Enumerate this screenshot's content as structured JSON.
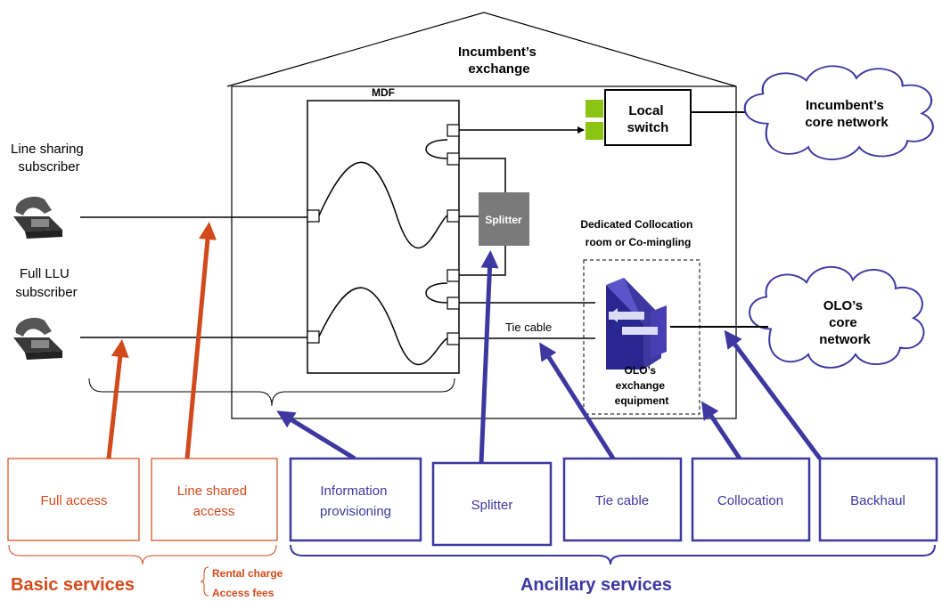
{
  "labels": {
    "exchange": [
      "Incumbent’s",
      "exchange"
    ],
    "mdf": "MDF",
    "local_switch": [
      "Local",
      "switch"
    ],
    "incumbent_core": [
      "Incumbent’s",
      "core network"
    ],
    "olo_core": [
      "OLO’s",
      "core",
      "network"
    ],
    "line_sharing_subscriber": [
      "Line sharing",
      "subscriber"
    ],
    "full_llu_subscriber": [
      "Full LLU",
      "subscriber"
    ],
    "splitter_box": "Splitter",
    "collocation_room": [
      "Dedicated Collocation",
      "room or Co-mingling"
    ],
    "tie_cable": "Tie cable",
    "olo_equipment": [
      "OLO’s",
      "exchange",
      "equipment"
    ]
  },
  "services": {
    "basic": [
      {
        "name": "full-access",
        "lines": [
          "Full access"
        ]
      },
      {
        "name": "line-shared-access",
        "lines": [
          "Line shared",
          "access"
        ]
      }
    ],
    "ancillary": [
      {
        "name": "information-provisioning",
        "lines": [
          "Information",
          "provisioning"
        ]
      },
      {
        "name": "splitter",
        "lines": [
          "Splitter"
        ]
      },
      {
        "name": "tie-cable",
        "lines": [
          "Tie cable"
        ]
      },
      {
        "name": "collocation",
        "lines": [
          "Collocation"
        ]
      },
      {
        "name": "backhaul",
        "lines": [
          "Backhaul"
        ]
      }
    ]
  },
  "groups": {
    "basic_services": "Basic services",
    "ancillary_services": "Ancillary services",
    "charges": [
      "Rental charge",
      "Access fees"
    ]
  },
  "colors": {
    "basic": "#d14a1c",
    "ancillary": "#3d37a0",
    "switch_green": "#8cc414",
    "splitter_grey": "#7a7a7a",
    "line": "#000000"
  }
}
